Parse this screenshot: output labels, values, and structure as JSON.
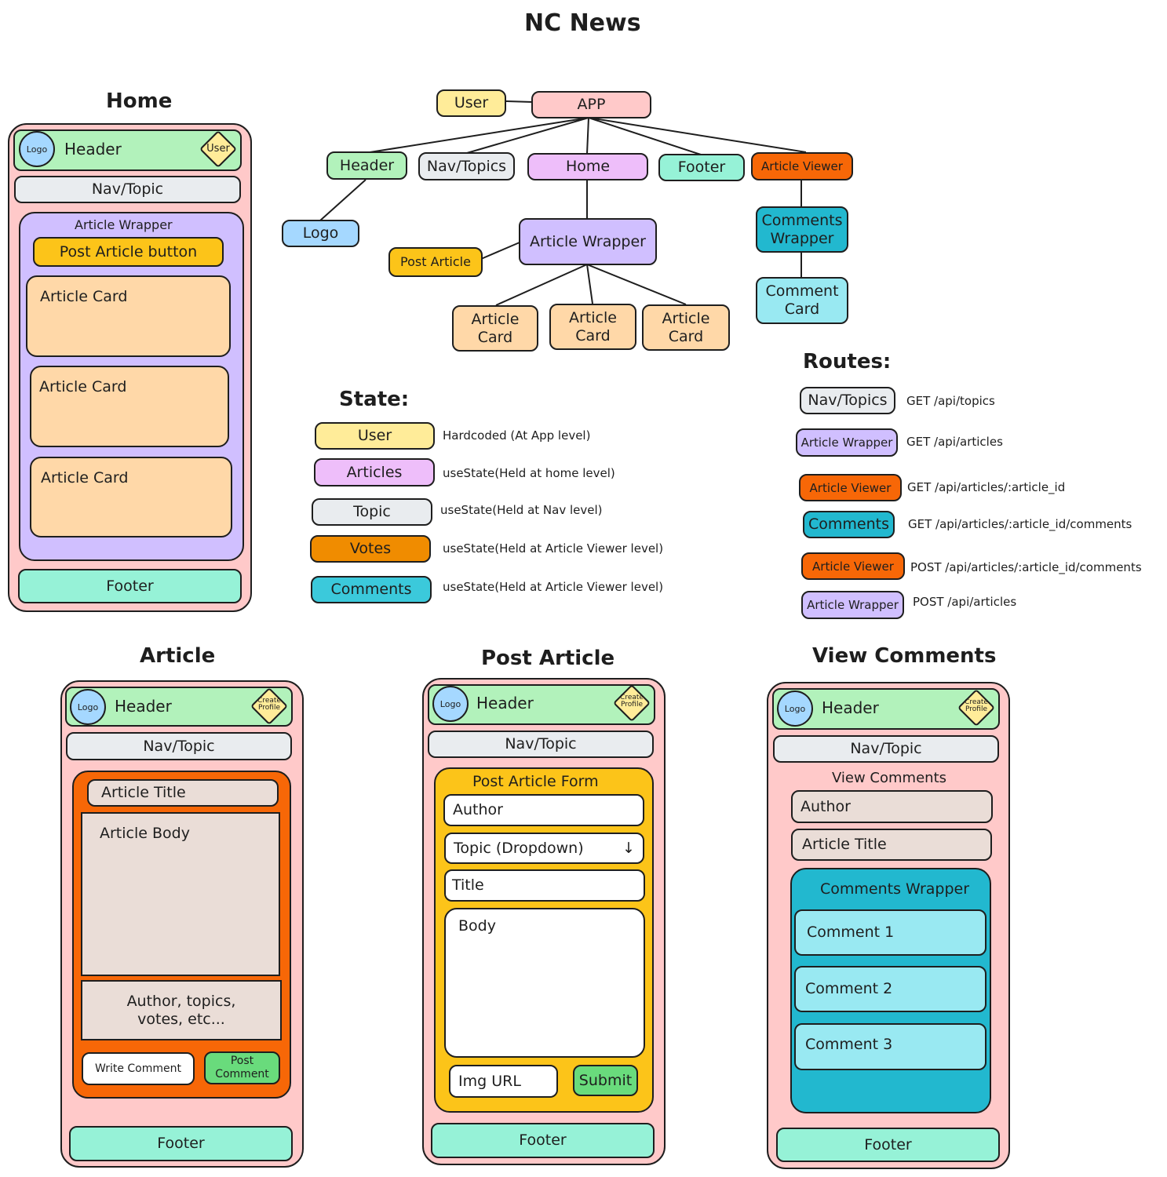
{
  "title": "NC News",
  "tree": {
    "app": "APP",
    "user": "User",
    "header": "Header",
    "nav": "Nav/Topics",
    "home": "Home",
    "footer": "Footer",
    "article_viewer": "Article Viewer",
    "logo": "Logo",
    "article_wrapper": "Article Wrapper",
    "post_article": "Post Article",
    "article_card": "Article Card",
    "comments_wrapper": "Comments Wrapper",
    "comment_card": "Comment Card"
  },
  "state": {
    "heading": "State:",
    "items": [
      {
        "name": "User",
        "desc": "Hardcoded (At App level)",
        "color": "#ffec99"
      },
      {
        "name": "Articles",
        "desc": "useState(Held at home level)",
        "color": "#eebefa"
      },
      {
        "name": "Topic",
        "desc": "useState(Held at Nav level)",
        "color": "#e9ecef"
      },
      {
        "name": "Votes",
        "desc": "useState(Held at Article Viewer level)",
        "color": "#f08c00"
      },
      {
        "name": "Comments",
        "desc": "useState(Held at Article Viewer level)",
        "color": "#3bc9db"
      }
    ]
  },
  "routes": {
    "heading": "Routes:",
    "items": [
      {
        "component": "Nav/Topics",
        "route": "GET /api/topics",
        "color": "#e9ecef"
      },
      {
        "component": "Article Wrapper",
        "route": "GET /api/articles",
        "color": "#d0bfff"
      },
      {
        "component": "Article Viewer",
        "route": "GET /api/articles/:article_id",
        "color": "#f76707"
      },
      {
        "component": "Comments",
        "route": "GET /api/articles/:article_id/comments",
        "color": "#22b8cf"
      },
      {
        "component": "Article Viewer",
        "route": "POST /api/articles/:article_id/comments",
        "color": "#f76707"
      },
      {
        "component": "Article Wrapper",
        "route": "POST /api/articles",
        "color": "#d0bfff"
      }
    ]
  },
  "wire_home": {
    "heading": "Home",
    "logo": "Logo",
    "header": "Header",
    "user": "User",
    "nav": "Nav/Topic",
    "wrapper": "Article Wrapper",
    "post_button": "Post Article button",
    "cards": [
      "Article Card",
      "Article Card",
      "Article Card"
    ],
    "footer": "Footer"
  },
  "wire_article": {
    "heading": "Article",
    "logo": "Logo",
    "header": "Header",
    "profile": "Create Profile",
    "nav": "Nav/Topic",
    "title": "Article Title",
    "body": "Article Body",
    "meta": "Author, topics, votes, etc...",
    "write_comment": "Write Comment",
    "post_comment": "Post Comment",
    "footer": "Footer"
  },
  "wire_post": {
    "heading": "Post Article",
    "logo": "Logo",
    "header": "Header",
    "profile": "Create Profile",
    "nav": "Nav/Topic",
    "form_title": "Post Article Form",
    "author": "Author",
    "topic": "Topic (Dropdown)",
    "topic_arrow": "↓",
    "title_field": "Title",
    "body": "Body",
    "img_url": "Img URL",
    "submit": "Submit",
    "footer": "Footer"
  },
  "wire_comments": {
    "heading": "View Comments",
    "logo": "Logo",
    "header": "Header",
    "profile": "Create Profile",
    "nav": "Nav/Topic",
    "section": "View Comments",
    "author": "Author",
    "article_title": "Article Title",
    "wrapper": "Comments Wrapper",
    "comments": [
      "Comment 1",
      "Comment 2",
      "Comment 3"
    ],
    "footer": "Footer"
  }
}
